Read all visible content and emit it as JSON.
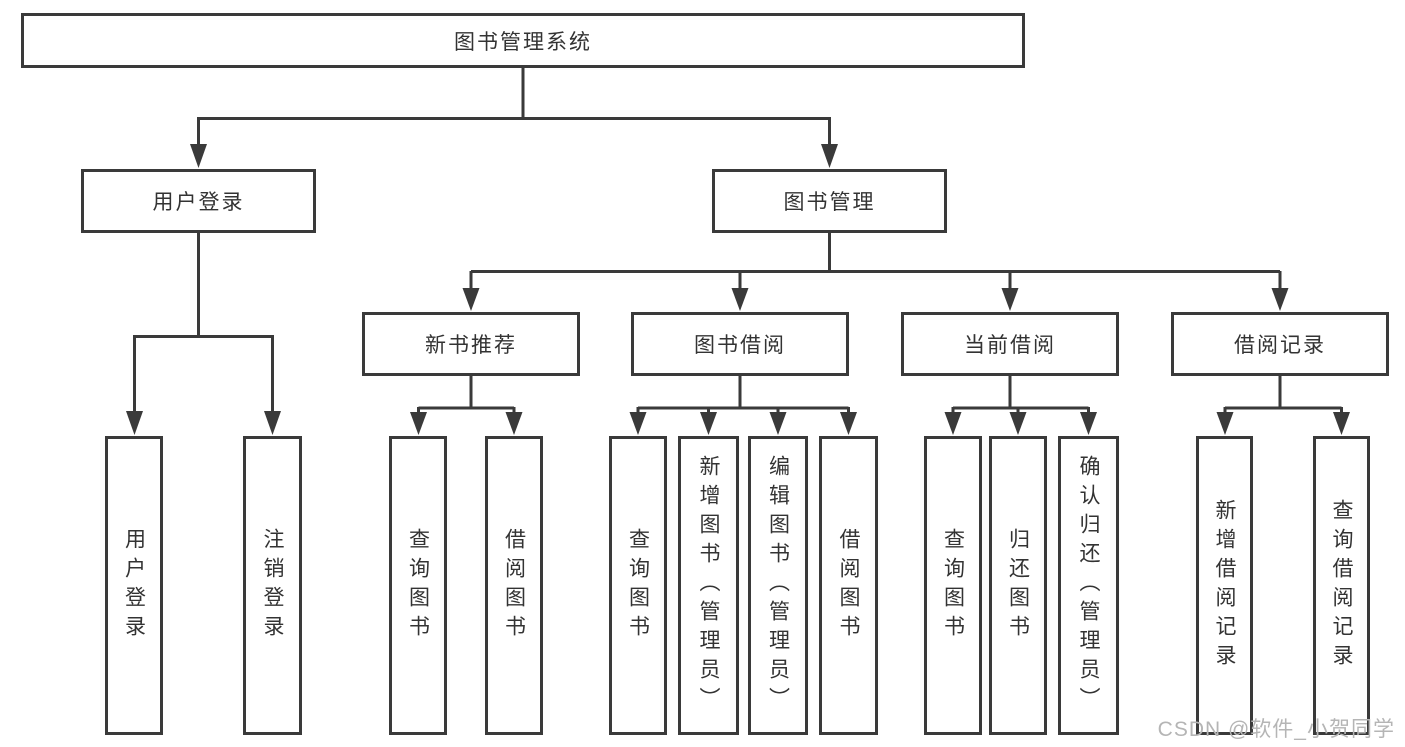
{
  "diagram": {
    "root": {
      "label": "图书管理系统"
    },
    "branches": [
      {
        "label": "用户登录",
        "children": [
          {
            "label": "用户登录"
          },
          {
            "label": "注销登录"
          }
        ]
      },
      {
        "label": "图书管理",
        "children": [
          {
            "label": "新书推荐",
            "children": [
              {
                "label": "查询图书"
              },
              {
                "label": "借阅图书"
              }
            ]
          },
          {
            "label": "图书借阅",
            "children": [
              {
                "label": "查询图书"
              },
              {
                "label": "新增图书（管理员）"
              },
              {
                "label": "编辑图书（管理员）"
              },
              {
                "label": "借阅图书"
              }
            ]
          },
          {
            "label": "当前借阅",
            "children": [
              {
                "label": "查询图书"
              },
              {
                "label": "归还图书"
              },
              {
                "label": "确认归还（管理员）"
              }
            ]
          },
          {
            "label": "借阅记录",
            "children": [
              {
                "label": "新增借阅记录"
              },
              {
                "label": "查询借阅记录"
              }
            ]
          }
        ]
      }
    ]
  },
  "watermark": {
    "text": "CSDN @软件_小贺同学"
  },
  "colors": {
    "line": "#3a3a3a",
    "text": "#333333",
    "watermark": "#b5b5b5",
    "background": "#ffffff"
  }
}
